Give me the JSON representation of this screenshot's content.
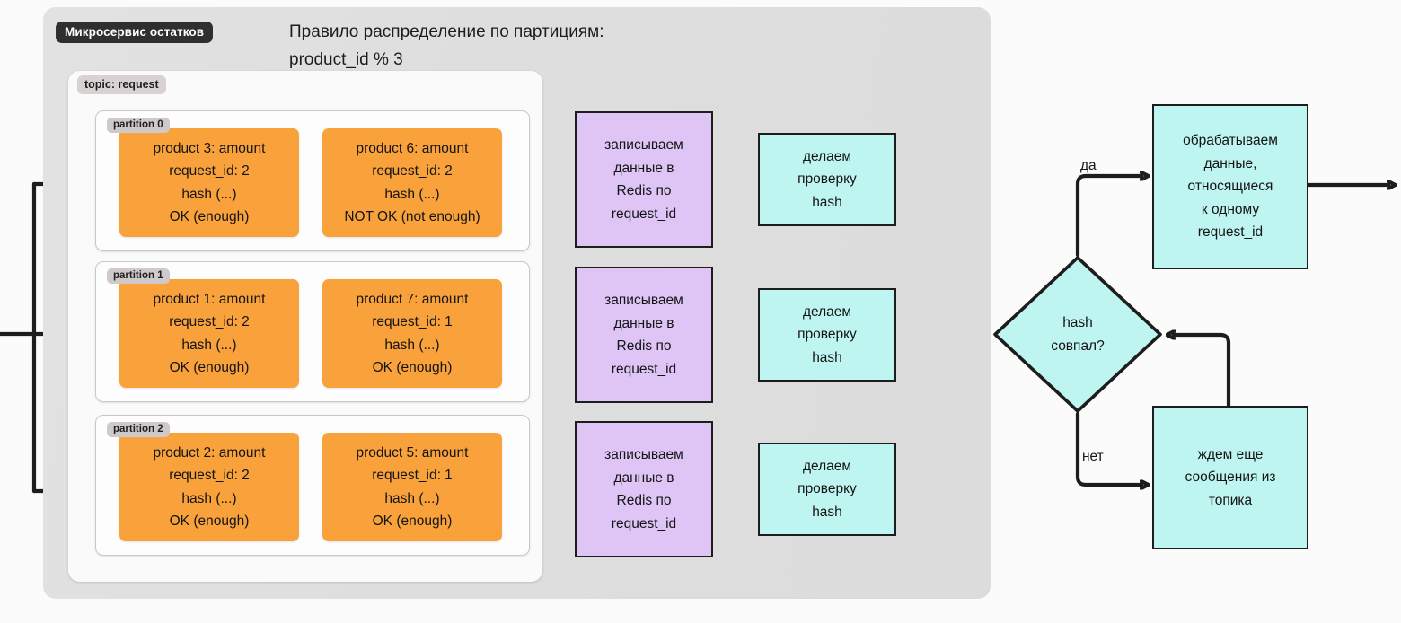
{
  "microservice": {
    "badge": "Микросервис остатков"
  },
  "rule": {
    "line1": "Правило распределение по партициям:",
    "line2": "product_id % 3"
  },
  "topic": {
    "label": "topic: request",
    "partitions": [
      {
        "label": "partition 0",
        "messages": [
          {
            "product": "product 3: amount",
            "request_id": "request_id: 2",
            "hash": "hash (...)",
            "status": "OK (enough)"
          },
          {
            "product": "product 6: amount",
            "request_id": "request_id: 2",
            "hash": "hash (...)",
            "status": "NOT OK (not enough)"
          }
        ]
      },
      {
        "label": "partition 1",
        "messages": [
          {
            "product": "product 1: amount",
            "request_id": "request_id: 2",
            "hash": "hash (...)",
            "status": "OK (enough)"
          },
          {
            "product": "product 7: amount",
            "request_id": "request_id: 1",
            "hash": "hash (...)",
            "status": "OK (enough)"
          }
        ]
      },
      {
        "label": "partition 2",
        "messages": [
          {
            "product": "product 2: amount",
            "request_id": "request_id: 2",
            "hash": "hash (...)",
            "status": "OK (enough)"
          },
          {
            "product": "product 5: amount",
            "request_id": "request_id: 1",
            "hash": "hash (...)",
            "status": "OK (enough)"
          }
        ]
      }
    ]
  },
  "redis_steps": [
    {
      "l1": "записываем",
      "l2": "данные в",
      "l3": "Redis по",
      "l4": "request_id"
    },
    {
      "l1": "записываем",
      "l2": "данные в",
      "l3": "Redis по",
      "l4": "request_id"
    },
    {
      "l1": "записываем",
      "l2": "данные в",
      "l3": "Redis по",
      "l4": "request_id"
    }
  ],
  "check_steps": [
    {
      "l1": "делаем",
      "l2": "проверку",
      "l3": "hash"
    },
    {
      "l1": "делаем",
      "l2": "проверку",
      "l3": "hash"
    },
    {
      "l1": "делаем",
      "l2": "проверку",
      "l3": "hash"
    }
  ],
  "decision": {
    "l1": "hash",
    "l2": "совпал?",
    "yes_label": "да",
    "no_label": "нет"
  },
  "process_box": {
    "l1": "обрабатываем",
    "l2": "данные,",
    "l3": "относящиеся",
    "l4": "к одному",
    "l5": "request_id"
  },
  "wait_box": {
    "l1": "ждем еще",
    "l2": "сообщения из",
    "l3": "топика"
  },
  "colors": {
    "orange": "#f9a23c",
    "purple": "#dfc5f5",
    "cyan": "#bff5f0",
    "stroke": "#1d1d1d",
    "container_gray": "#dedede",
    "badge_dark": "#2f2f2f"
  }
}
